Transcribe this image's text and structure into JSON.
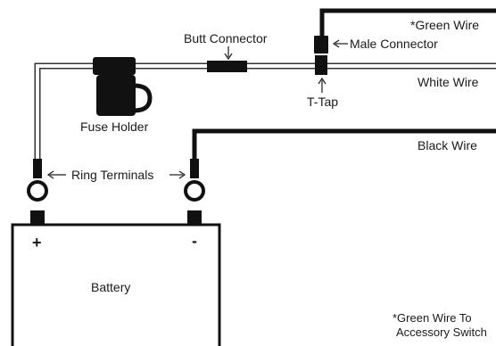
{
  "labels": {
    "green_wire": "*Green Wire",
    "male_connector": "Male Connector",
    "butt_connector": "Butt Connector",
    "white_wire": "White Wire",
    "t_tap": "T-Tap",
    "fuse_holder": "Fuse Holder",
    "black_wire": "Black Wire",
    "ring_terminals": "Ring Terminals",
    "battery": "Battery",
    "positive": "+",
    "negative": "-",
    "note_line1": "*Green Wire To",
    "note_line2": "Accessory Switch"
  },
  "colors": {
    "wire_black": "#111111",
    "wire_white_outline": "#333333",
    "component": "#111111",
    "text": "#1a1a1a"
  }
}
